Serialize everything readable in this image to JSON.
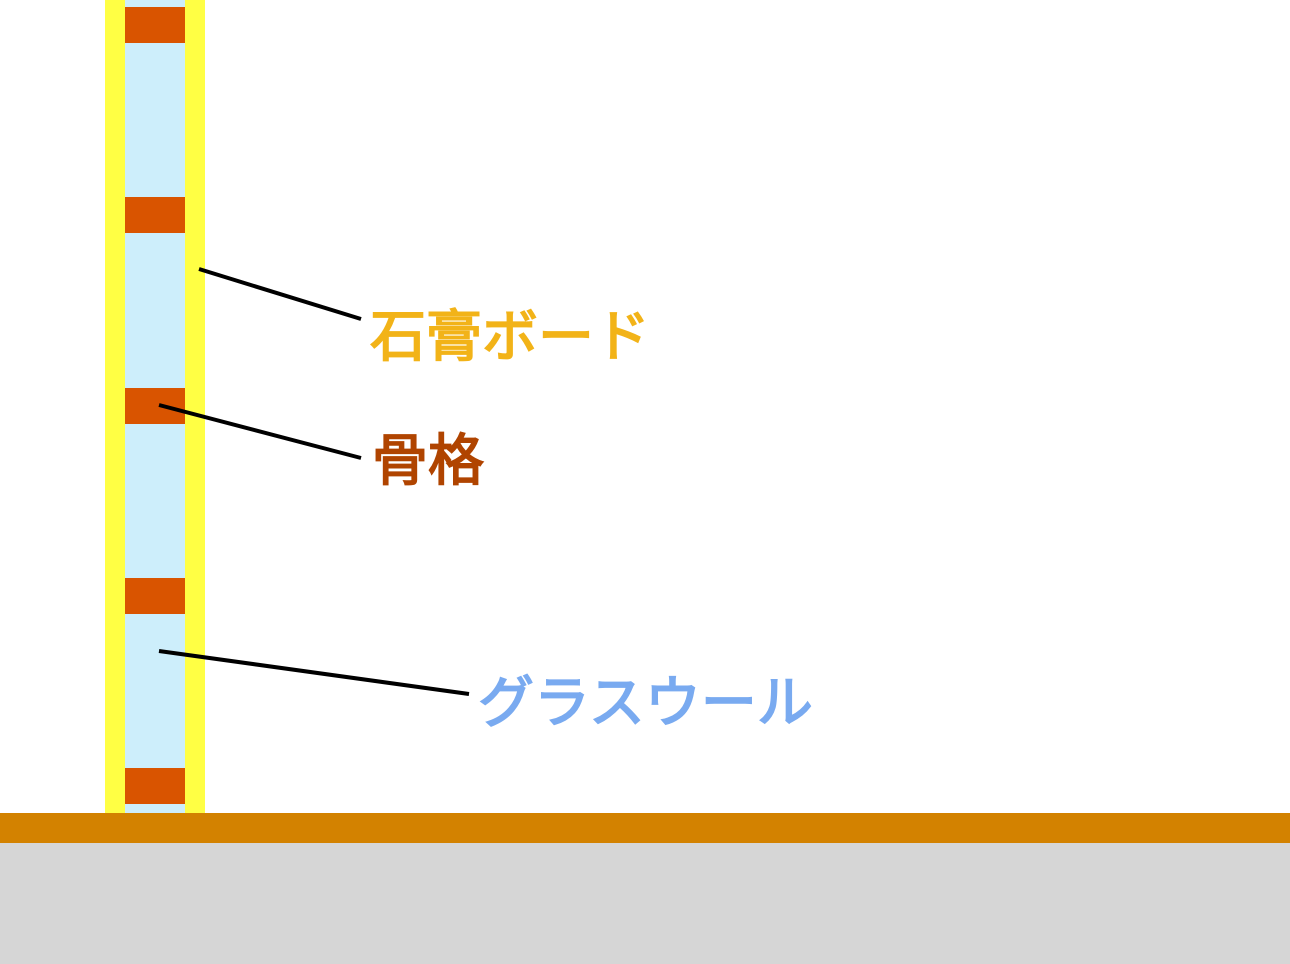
{
  "labels": {
    "gypsum_board": "石膏ボード",
    "frame": "骨格",
    "glass_wool": "グラスウール"
  },
  "colors": {
    "gypsum_board": "#ffff44",
    "gypsum_board_label": "#f2b318",
    "frame": "#d95400",
    "frame_label": "#b04400",
    "glass_wool": "#cdeefb",
    "glass_wool_label": "#79aaf0",
    "floor": "#d38200",
    "ground": "#d6d6d6",
    "leader_line": "#000000"
  }
}
